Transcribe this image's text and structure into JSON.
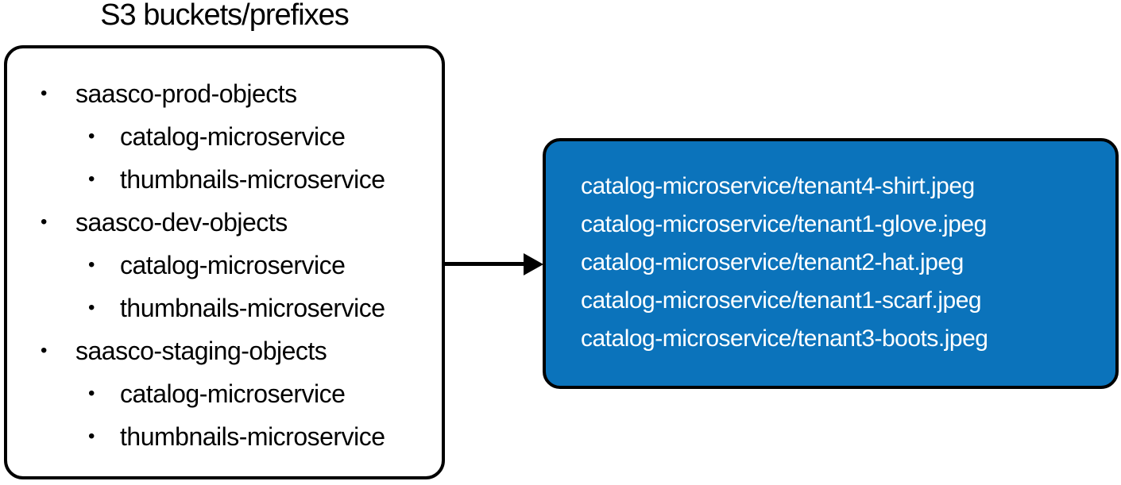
{
  "title": "S3 buckets/prefixes",
  "left_panel": {
    "bullet_glyph": "•",
    "buckets": [
      {
        "label": "saasco-prod-objects",
        "prefixes": [
          "catalog-microservice",
          "thumbnails-microservice"
        ]
      },
      {
        "label": "saasco-dev-objects",
        "prefixes": [
          "catalog-microservice",
          "thumbnails-microservice"
        ]
      },
      {
        "label": "saasco-staging-objects",
        "prefixes": [
          "catalog-microservice",
          "thumbnails-microservice"
        ]
      }
    ]
  },
  "right_panel": {
    "object_keys": [
      "catalog-microservice/tenant4-shirt.jpeg",
      "catalog-microservice/tenant1-glove.jpeg",
      "catalog-microservice/tenant2-hat.jpeg",
      "catalog-microservice/tenant1-scarf.jpeg",
      "catalog-microservice/tenant3-boots.jpeg"
    ],
    "background_color": "#0B73BB",
    "text_color": "#FFFFFF"
  },
  "colors": {
    "border": "#000000",
    "page_background": "#FFFFFF",
    "text": "#000000"
  }
}
